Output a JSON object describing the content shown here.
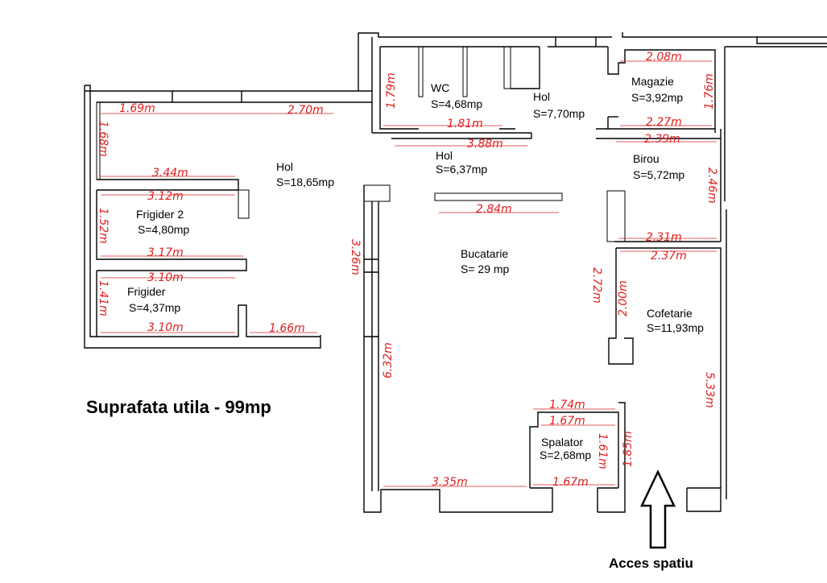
{
  "summary": {
    "text": "Suprafata utila - 99mp"
  },
  "access": {
    "label": "Acces spatiu"
  },
  "rooms": [
    {
      "name": "WC",
      "area": "S=4,68mp"
    },
    {
      "name": "Hol",
      "area": "S=7,70mp"
    },
    {
      "name": "Magazie",
      "area": "S=3,92mp"
    },
    {
      "name": "Hol",
      "area": "S=18,65mp"
    },
    {
      "name": "Hol",
      "area": "S=6,37mp"
    },
    {
      "name": "Birou",
      "area": "S=5,72mp"
    },
    {
      "name": "Frigider 2",
      "area": "S=4,80mp"
    },
    {
      "name": "Bucatarie",
      "area": "S= 29 mp"
    },
    {
      "name": "Frigider",
      "area": "S=4,37mp"
    },
    {
      "name": "Cofetarie",
      "area": "S=11,93mp"
    },
    {
      "name": "Spalator",
      "area": "S=2,68mp"
    }
  ],
  "dimensions": [
    "1.69m",
    "2.70m",
    "1.79m",
    "1.81m",
    "2.08m",
    "1.76m",
    "2.27m",
    "3.88m",
    "2.39m",
    "1.68m",
    "3.44m",
    "2.46m",
    "3.12m",
    "1.52m",
    "2.84m",
    "2.31m",
    "3.17m",
    "2.37m",
    "3.26m",
    "3.10m",
    "2.72m",
    "2.00m",
    "1.41m",
    "3.10m",
    "1.66m",
    "6.32m",
    "5.33m",
    "1.74m",
    "1.67m",
    "1.61m",
    "1.85m",
    "3.35m",
    "1.67m"
  ]
}
